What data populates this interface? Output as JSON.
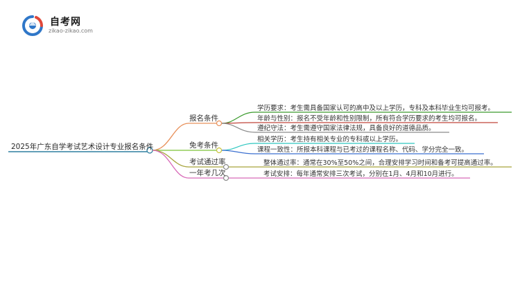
{
  "logo": {
    "name": "自考网",
    "domain": "zikao-zikao.com"
  },
  "colors": {
    "root_line": "#2f7f9f",
    "branch_green": "#5fa036",
    "branch_cyan": "#2ec7c0",
    "branch_olive": "#a6a33a",
    "branch_pink": "#d86ab8",
    "leaf_green": "#3a9a2c",
    "leaf_red": "#c0443a",
    "leaf_grey": "#8a8a8a",
    "leaf_cyan": "#2ec7c0",
    "leaf_blue": "#3a6fd0",
    "leaf_olive": "#a6a33a",
    "leaf_pink": "#d86ab8"
  },
  "root": {
    "label": "2025年广东自学考试艺术设计专业报名条件"
  },
  "branches": [
    {
      "label": "报名条件",
      "leaves": [
        {
          "text": "学历要求：考生需具备国家认可的高中及以上学历，专科及本科毕业生均可报考。"
        },
        {
          "text": "年龄与性别：报名不受年龄和性别限制，所有符合学历要求的考生均可报名。"
        },
        {
          "text": "遵纪守法：考生需遵守国家法律法规，具备良好的道德品质。"
        }
      ]
    },
    {
      "label": "免考条件",
      "leaves": [
        {
          "text": "相关学历：考生持有相关专业的专科或以上学历。"
        },
        {
          "text": "课程一致性：所报本科课程与已考过的课程名称、代码、学分完全一致。"
        }
      ]
    },
    {
      "label": "考试通过率",
      "leaves": [
        {
          "text": "整体通过率：通常在30%至50%之间，合理安排学习时间和备考可提高通过率。"
        }
      ]
    },
    {
      "label": "一年考几次",
      "leaves": [
        {
          "text": "考试安排：每年通常安排三次考试，分别在1月、4月和10月进行。"
        }
      ]
    }
  ]
}
